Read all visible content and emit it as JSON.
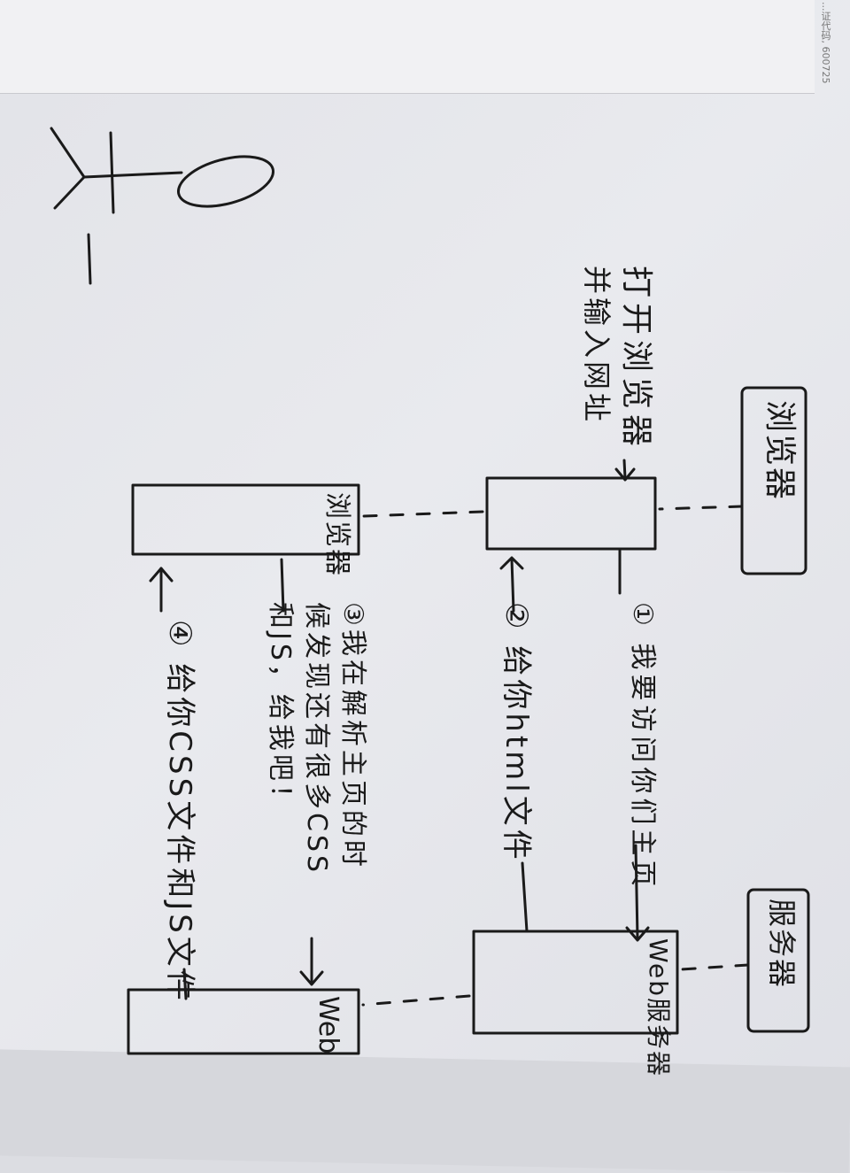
{
  "corner_text": "...证代码, 600725",
  "actor": {
    "label_line1": "打开浏览器",
    "label_line2": "并输入网址"
  },
  "participants": {
    "browser_label": "浏览器",
    "server_label": "服务器",
    "browser_box_label": "浏览器",
    "web_server_box_label": "Web服务器",
    "web_box_label": "Web"
  },
  "messages": {
    "m1": "① 我要访问你们主页",
    "m2": "② 给你html文件",
    "m3_line1": "③我在解析主页的时",
    "m3_line2": "候发现还有很多CSS",
    "m3_line3": "和JS，给我吧！",
    "m4": "④ 给你CSS文件和JS文件"
  },
  "colors": {
    "ink": "#1a1a1a",
    "paper": "#e6e7eb"
  }
}
